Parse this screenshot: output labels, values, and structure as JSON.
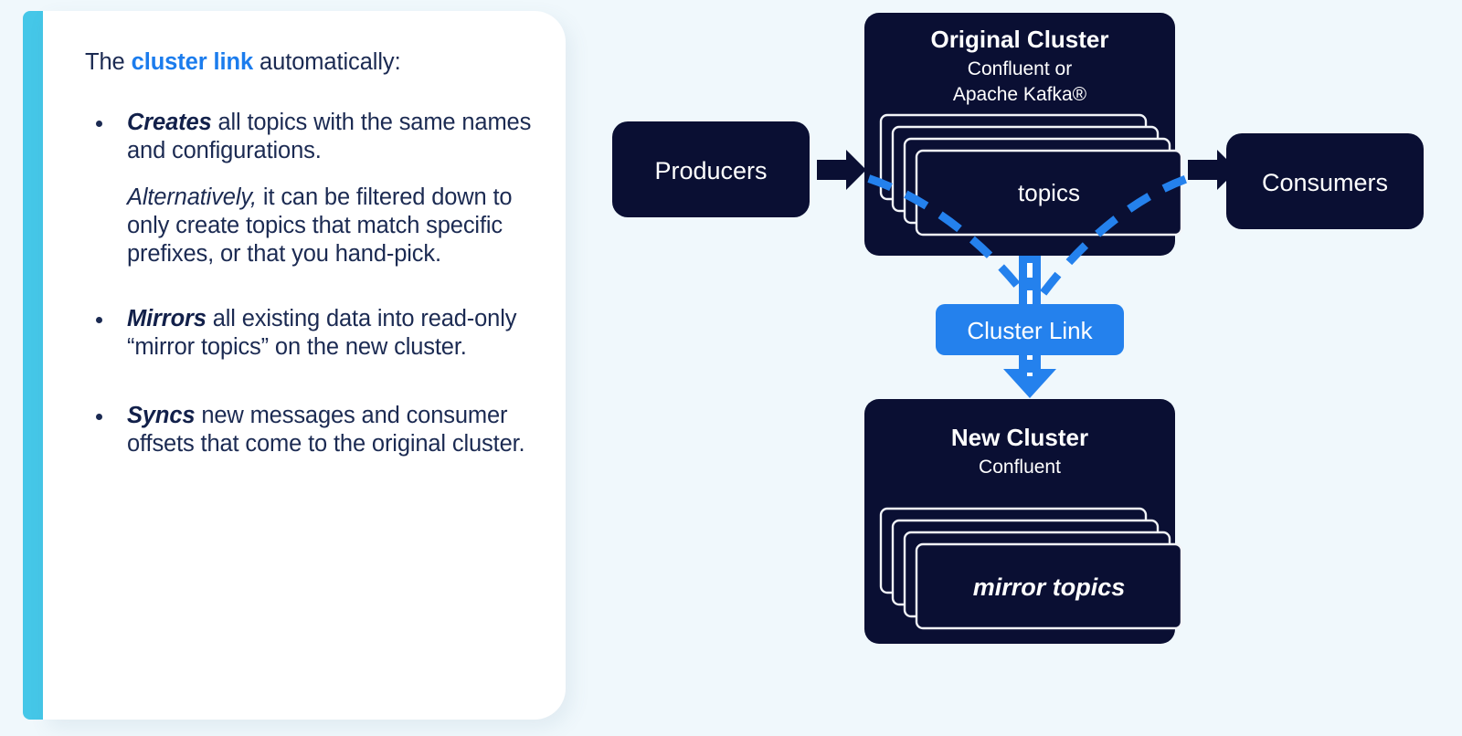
{
  "theme": {
    "page_bg": "#f0f8fc",
    "card_bg": "#ffffff",
    "accent_cyan": "#45c7e8",
    "navy_text": "#1b2a52",
    "link_blue": "#1b7ced",
    "node_navy": "#0a0f33",
    "badge_blue": "#2481ed",
    "stroke_white": "#f2f4f8"
  },
  "card": {
    "lead": {
      "before": "The ",
      "highlight": "cluster link",
      "after": " automatically:"
    },
    "bullets": [
      {
        "keyword": "Creates",
        "text": " all topics with the same names and configurations."
      },
      {
        "keyword": "Mirrors",
        "text": " all existing data into read-only “mirror topics” on the new cluster."
      },
      {
        "keyword": "Syncs",
        "text": " new messages and consumer offsets that come to the original cluster."
      }
    ],
    "sub_paragraph": {
      "italic": "Alternatively,",
      "text": " it can be filtered down to only create topics that match specific prefixes, or that you hand-pick."
    }
  },
  "diagram": {
    "producers": {
      "label": "Producers"
    },
    "consumers": {
      "label": "Consumers"
    },
    "original_cluster": {
      "title": "Original Cluster",
      "subtitle_line1": "Confluent or",
      "subtitle_line2": "Apache Kafka®",
      "stack_label": "topics",
      "stack_count": 4
    },
    "new_cluster": {
      "title": "New Cluster",
      "subtitle_line1": "Confluent",
      "stack_label": "mirror topics",
      "stack_count": 4
    },
    "cluster_link_badge": {
      "label": "Cluster Link"
    }
  }
}
